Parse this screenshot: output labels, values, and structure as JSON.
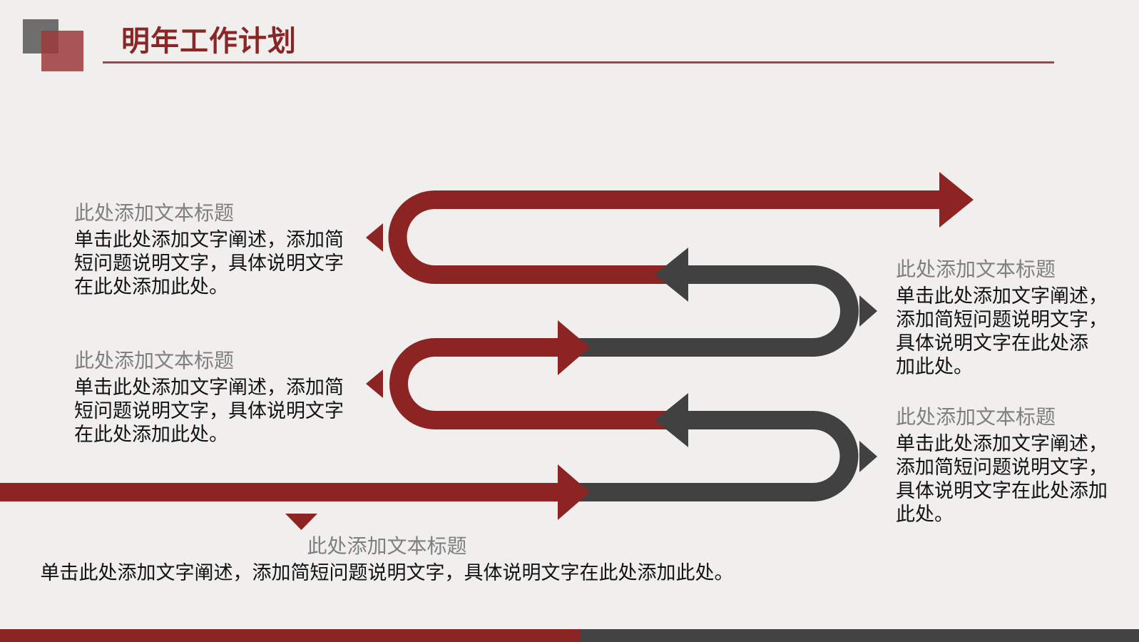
{
  "slide": {
    "background": "#f0efee",
    "colors": {
      "accent_red": "#8d2424",
      "accent_gray": "#414141",
      "title_red": "#8b2626",
      "underline_red": "#8a5151",
      "deco_square_gray": "#6e6e6e",
      "deco_square_red": "#9c3a3a",
      "placeholder_title_gray": "#7f7f7f",
      "body_text": "#121212",
      "footer_red": "#8d2424",
      "footer_gray": "#434343",
      "background": "#f0efee"
    }
  },
  "header": {
    "title": "明年工作计划"
  },
  "blocks": {
    "left1": {
      "title": "此处添加文本标题",
      "body": "单击此处添加文字阐述，添加简\n短问题说明文字，具体说明文字\n在此处添加此处。"
    },
    "left2": {
      "title": "此处添加文本标题",
      "body": "单击此处添加文字阐述，添加简\n短问题说明文字，具体说明文字\n在此处添加此处。"
    },
    "right1": {
      "title": "此处添加文本标题",
      "body": "单击此处添加文字阐述，\n添加简短问题说明文字，\n具体说明文字在此处添\n加此处。"
    },
    "right2": {
      "title": "此处添加文本标题",
      "body": "单击此处添加文字阐述，\n添加简短问题说明文字，\n具体说明文字在此处添加\n此处。"
    },
    "bottom": {
      "title": "此处添加文本标题",
      "body": "单击此处添加文字阐述，添加简短问题说明文字，具体说明文字在此处添加此处。"
    }
  },
  "diagram": {
    "arrows": [
      "red-u-arrow-top",
      "gray-u-arrow-upper",
      "red-u-arrow-middle",
      "gray-u-arrow-lower",
      "red-straight-arrow-bottom"
    ]
  }
}
